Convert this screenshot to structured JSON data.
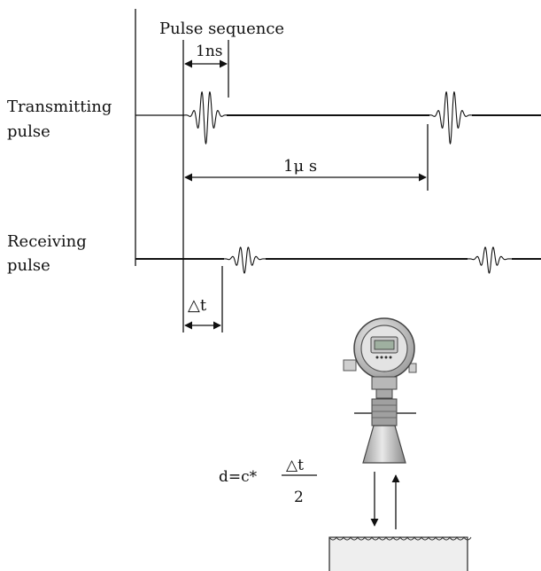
{
  "labels": {
    "pulse_sequence": "Pulse sequence",
    "one_ns": "1ns",
    "transmitting_line1": "Transmitting",
    "transmitting_line2": "pulse",
    "one_us": "1μ s",
    "receiving_line1": "Receiving",
    "receiving_line2": "pulse",
    "delta_t": "△t",
    "formula_prefix": "d=c*",
    "formula_numerator": "△t",
    "formula_denominator": "2"
  },
  "colors": {
    "ink": "#111111",
    "background": "#ffffff",
    "housing": "#d8d8d8",
    "horn": "#bdbdbd",
    "tank": "#eeeeee"
  }
}
